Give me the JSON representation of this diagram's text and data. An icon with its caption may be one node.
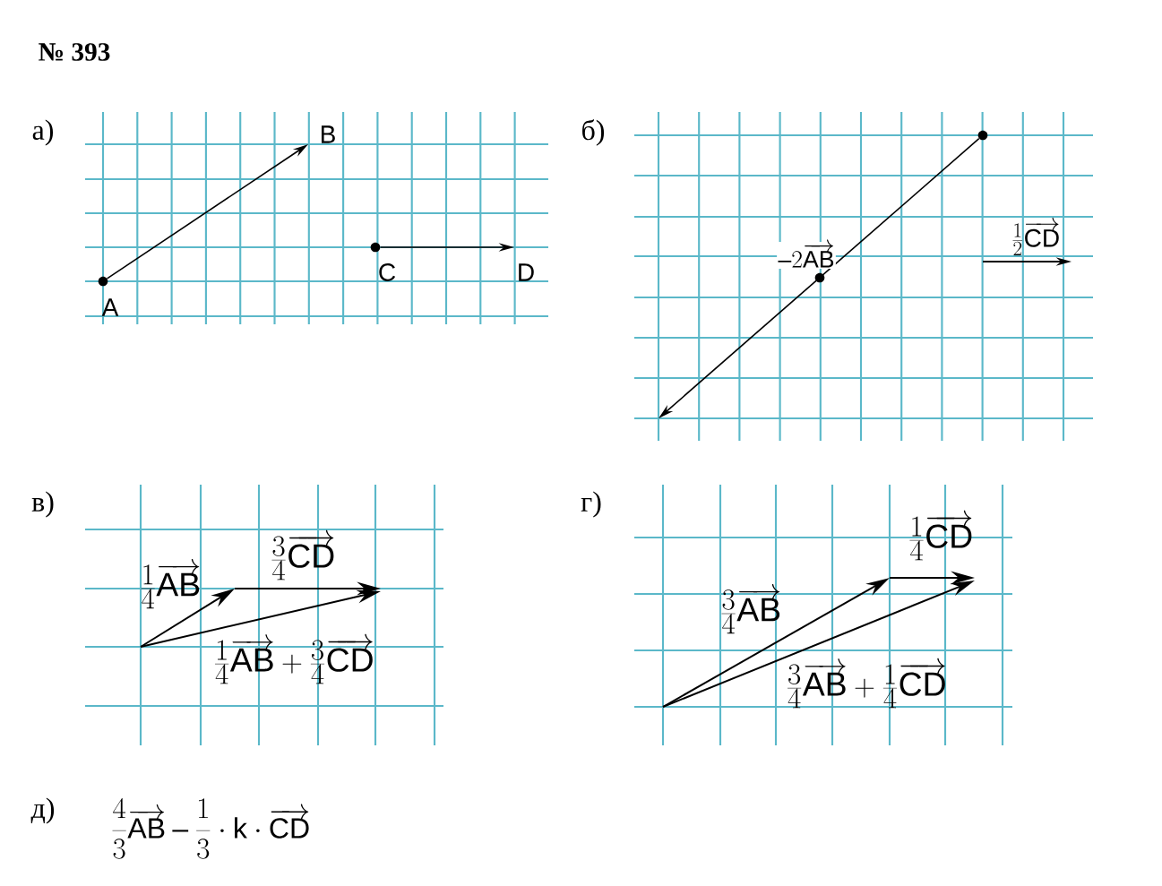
{
  "diagram": {
    "nodes": [
      {
        "text": [],
        "shape": "circle",
        "beside": [
          "A"
        ]
      },
      {
        "text": [],
        "shape": "circle",
        "beside": [
          "C"
        ]
      },
      {
        "text": [],
        "shape": "circle"
      },
      {
        "text": [],
        "shape": "circle"
      }
    ],
    "edges": [
      {
        "from": 0,
        "to": null,
        "arrow": "to"
      },
      {
        "from": 1,
        "to": null,
        "arrow": "to"
      },
      {
        "from": 2,
        "to": null,
        "arrow": "to",
        "label": "-2\\overrightarrow{AB}"
      }
    ],
    "labels": [
      "№ 393",
      "а)",
      "B",
      "D",
      "б)",
      "\\frac{1}{2}\\overrightarrow{CD}",
      "в)",
      "\\frac{1}{4}\\overrightarrow{AB}",
      "\\frac{3}{4}\\overrightarrow{CD}",
      "\\frac{1}{4}\\overrightarrow{AB}+\\frac{3}{4}\\overrightarrow{CD}",
      "г)",
      "\\frac{3}{4}\\overrightarrow{AB}",
      "\\frac{1}{4}\\overrightarrow{CD}",
      "\\frac{3}{4}\\overrightarrow{AB}+\\frac{1}{4}\\overrightarrow{CD}",
      "д)",
      "\\frac{4}{3}\\overrightarrow{AB}-\\frac{1}{3}\\cdot k\\cdot\\overrightarrow{CD}"
    ]
  }
}
